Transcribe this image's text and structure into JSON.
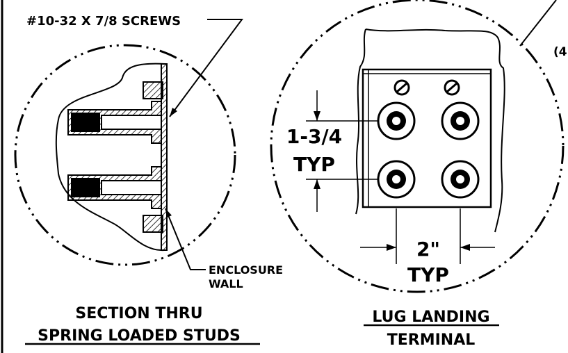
{
  "left_view": {
    "callout_top": "#10-32 X 7/8 SCREWS",
    "callout_wall_line1": "ENCLOSURE",
    "callout_wall_line2": "WALL",
    "caption_line1": "SECTION THRU",
    "caption_line2": "SPRING LOADED STUDS"
  },
  "right_view": {
    "dim_vertical_value": "1-3/4",
    "dim_vertical_suffix": "TYP",
    "dim_horizontal_value": "2\"",
    "dim_horizontal_suffix": "TYP",
    "caption_line1": "LUG LANDING",
    "caption_line2": "TERMINAL",
    "edge_fragment": "(4"
  },
  "colors": {
    "ink": "#000000",
    "paper": "#ffffff"
  }
}
